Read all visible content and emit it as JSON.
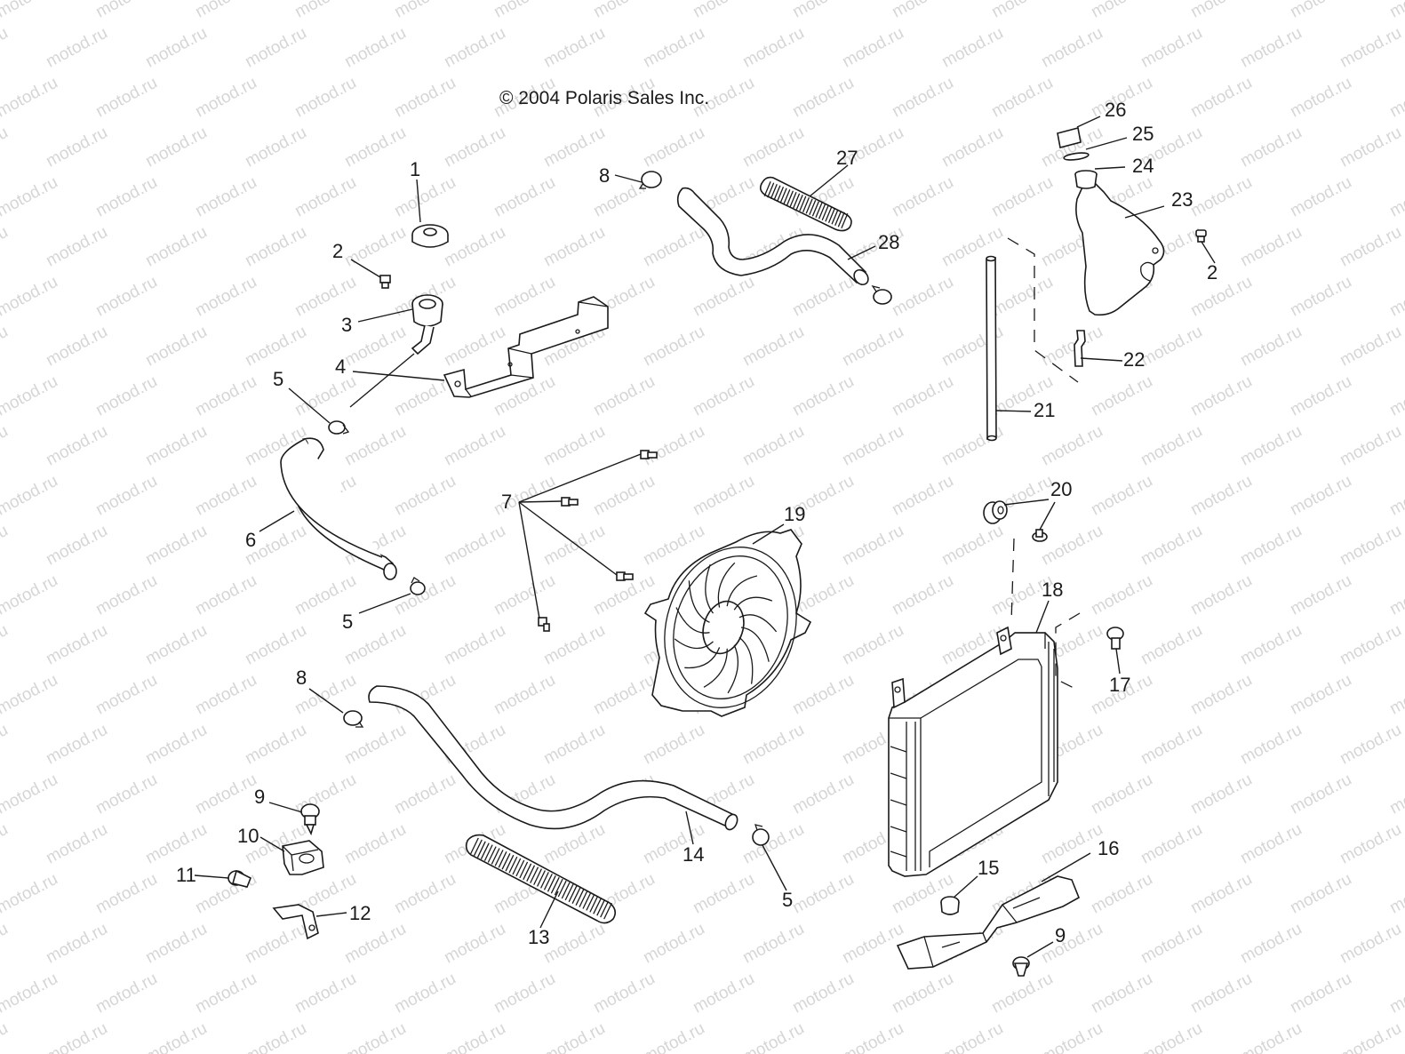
{
  "copyright": "© 2004 Polaris Sales Inc.",
  "watermark": "motod.ru",
  "callouts": [
    {
      "id": "c1",
      "text": "1"
    },
    {
      "id": "c2a",
      "text": "2"
    },
    {
      "id": "c3",
      "text": "3"
    },
    {
      "id": "c4",
      "text": "4"
    },
    {
      "id": "c5a",
      "text": "5"
    },
    {
      "id": "c6",
      "text": "6"
    },
    {
      "id": "c5b",
      "text": "5"
    },
    {
      "id": "c7",
      "text": "7"
    },
    {
      "id": "c8a",
      "text": "8"
    },
    {
      "id": "c27",
      "text": "27"
    },
    {
      "id": "c28",
      "text": "28"
    },
    {
      "id": "c26",
      "text": "26"
    },
    {
      "id": "c25",
      "text": "25"
    },
    {
      "id": "c24",
      "text": "24"
    },
    {
      "id": "c23",
      "text": "23"
    },
    {
      "id": "c2b",
      "text": "2"
    },
    {
      "id": "c22",
      "text": "22"
    },
    {
      "id": "c21",
      "text": "21"
    },
    {
      "id": "c20",
      "text": "20"
    },
    {
      "id": "c19",
      "text": "19"
    },
    {
      "id": "c18",
      "text": "18"
    },
    {
      "id": "c17",
      "text": "17"
    },
    {
      "id": "c8b",
      "text": "8"
    },
    {
      "id": "c9a",
      "text": "9"
    },
    {
      "id": "c10",
      "text": "10"
    },
    {
      "id": "c11",
      "text": "11"
    },
    {
      "id": "c12",
      "text": "12"
    },
    {
      "id": "c13",
      "text": "13"
    },
    {
      "id": "c14",
      "text": "14"
    },
    {
      "id": "c5c",
      "text": "5"
    },
    {
      "id": "c15",
      "text": "15"
    },
    {
      "id": "c16",
      "text": "16"
    },
    {
      "id": "c9b",
      "text": "9"
    }
  ]
}
